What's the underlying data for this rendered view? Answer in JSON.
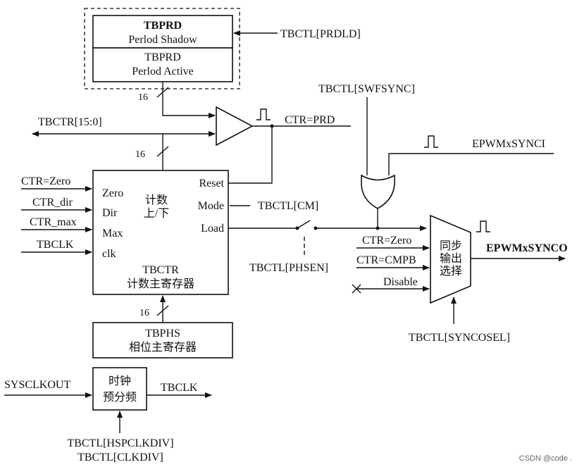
{
  "shadow": {
    "line1": "TBPRD",
    "line2": "Perlod Shadow",
    "fill": "#d4d4d4"
  },
  "active": {
    "line1": "TBPRD",
    "line2": "Perlod Active"
  },
  "signals": {
    "prdld": "TBCTL[PRDLD]",
    "tbctr_bus": "TBCTR[15:0]",
    "ctr_prd": "CTR=PRD",
    "swfsync": "TBCTL[SWFSYNC]",
    "syncin": "EPWMxSYNCI",
    "cm": "TBCTL[CM]",
    "phsen": "TBCTL[PHSEN]",
    "syncout": "EPWMxSYNCO",
    "syncosel": "TBCTL[SYNCOSEL]",
    "sysclkout": "SYSCLKOUT",
    "tbclk_out": "TBCLK",
    "hspclkdiv": "TBCTL[HSPCLKDIV]",
    "clkdiv": "TBCTL[CLKDIV]"
  },
  "bus_widths": [
    "16",
    "16",
    "16"
  ],
  "counter": {
    "inputs": [
      "CTR=Zero",
      "CTR_dir",
      "CTR_max",
      "TBCLK"
    ],
    "ports_left": [
      "Zero",
      "Dir",
      "Max",
      "clk"
    ],
    "ports_right": [
      "Reset",
      "Mode",
      "Load"
    ],
    "center_line1": "计数",
    "center_line2": "上/下",
    "name": "TBCTR",
    "desc": "计数主寄存器"
  },
  "phase": {
    "name": "TBPHS",
    "desc": "相位主寄存器"
  },
  "prescaler": {
    "line1": "时钟",
    "line2": "预分频"
  },
  "mux": {
    "inputs": [
      "CTR=Zero",
      "CTR=CMPB",
      "Disable"
    ],
    "line1": "同步",
    "line2": "输出",
    "line3": "选择"
  },
  "watermark": "CSDN @code ."
}
